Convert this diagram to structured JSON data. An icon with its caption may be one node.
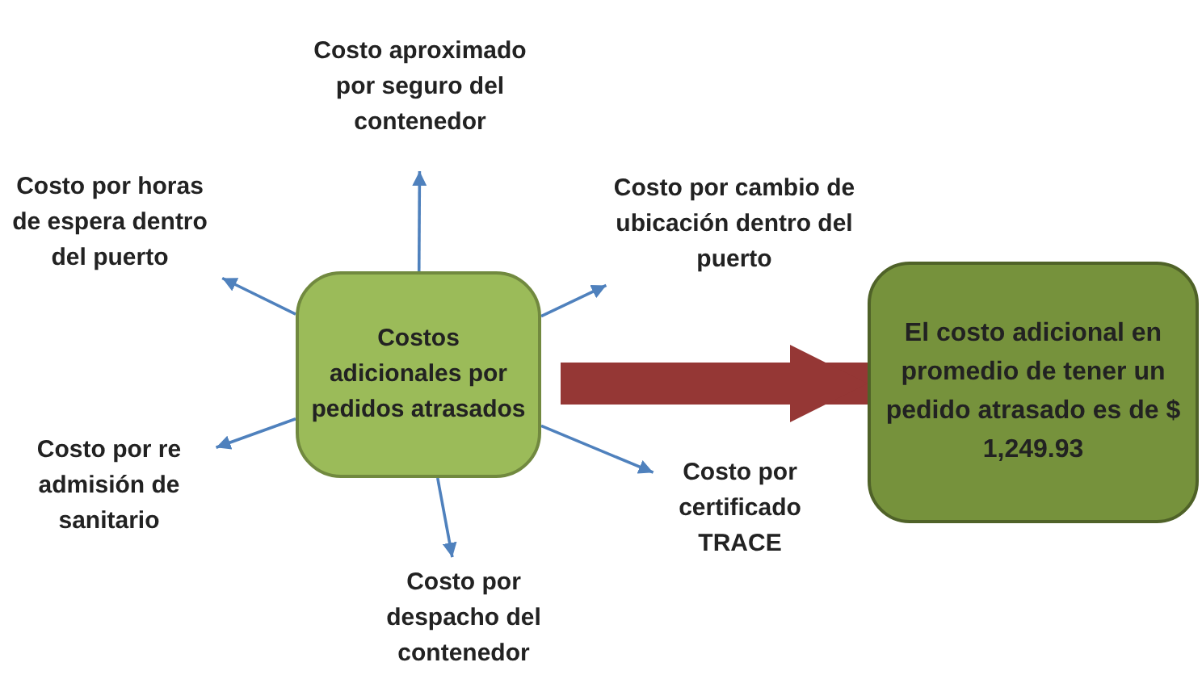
{
  "diagram": {
    "nodes": [
      {
        "text": [
          "Costo aproximado por seguro del contenedor"
        ]
      },
      {
        "text": [
          "Costo por horas de espera dentro del puerto"
        ]
      },
      {
        "text": [
          "Costo por cambio de ubicación dentro del puerto"
        ]
      },
      {
        "text": [
          "Costos adicionales por pedidos atrasados"
        ]
      },
      {
        "text": [
          "El costo adicional en promedio de tener un pedido atrasado es de $ 1,249.93"
        ]
      },
      {
        "text": [
          "Costo por re admisión de sanitario"
        ]
      },
      {
        "text": [
          "Costo por certificado TRACE"
        ]
      },
      {
        "text": [
          "Costo por despacho del contenedor"
        ]
      }
    ],
    "edges": [
      {
        "from": 3,
        "to": 0,
        "arrow": "to"
      },
      {
        "from": 3,
        "to": 1,
        "arrow": "to"
      },
      {
        "from": 3,
        "to": 2,
        "arrow": "to"
      },
      {
        "from": 3,
        "to": 5,
        "arrow": "to"
      },
      {
        "from": 3,
        "to": 6,
        "arrow": "to"
      },
      {
        "from": 3,
        "to": 7,
        "arrow": "to"
      },
      {
        "from": 3,
        "to": 4,
        "arrow": "to",
        "style": "thick",
        "color": "#953735"
      }
    ]
  }
}
